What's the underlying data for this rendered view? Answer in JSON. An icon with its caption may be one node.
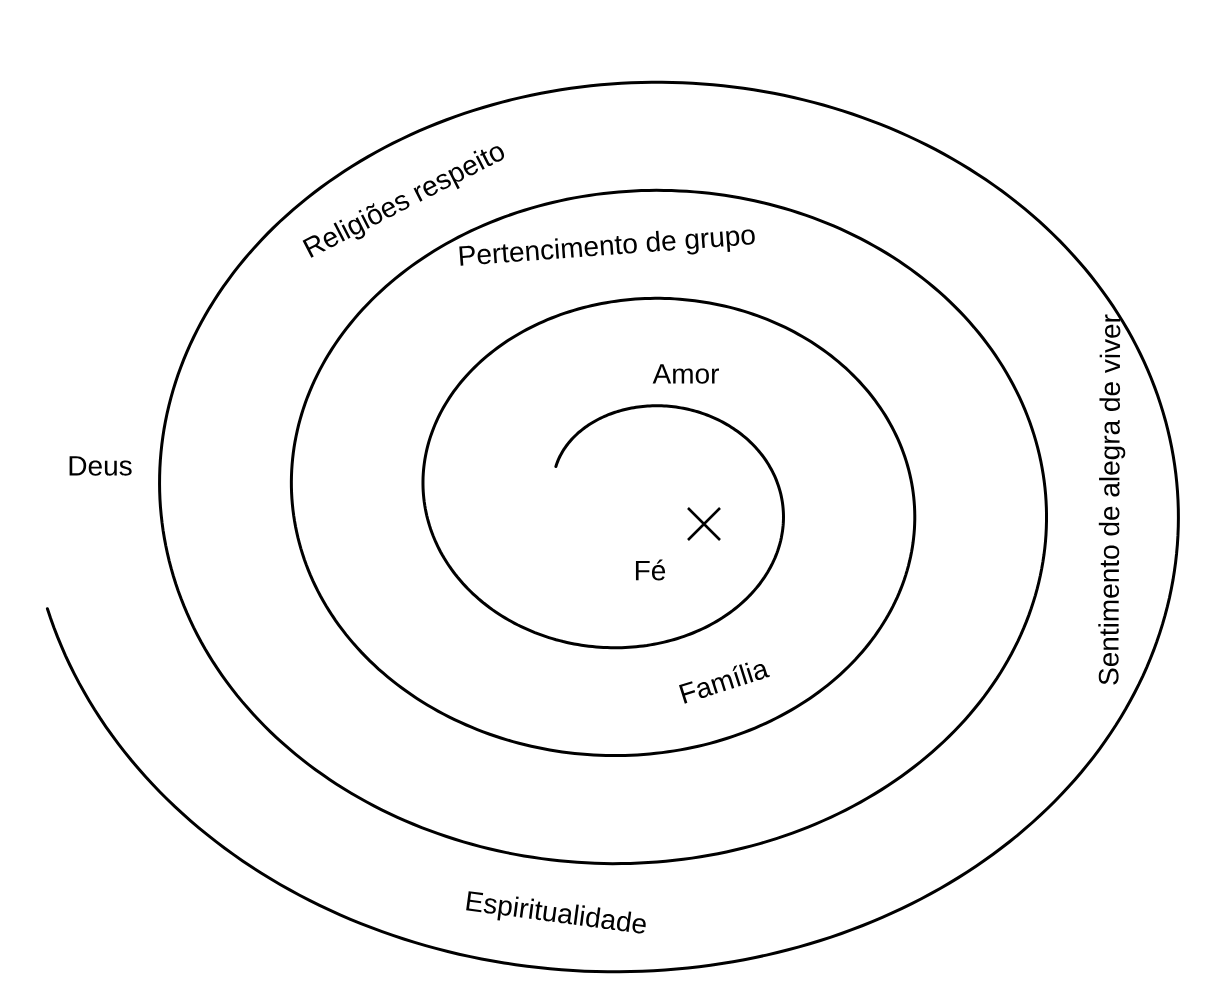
{
  "diagram": {
    "labels": [
      "Deus",
      "Religiões respeito",
      "Pertencimento de grupo",
      "Amor",
      "Fé",
      "Família",
      "Sentimento de alegra de viver",
      "Espiritualidade"
    ]
  }
}
